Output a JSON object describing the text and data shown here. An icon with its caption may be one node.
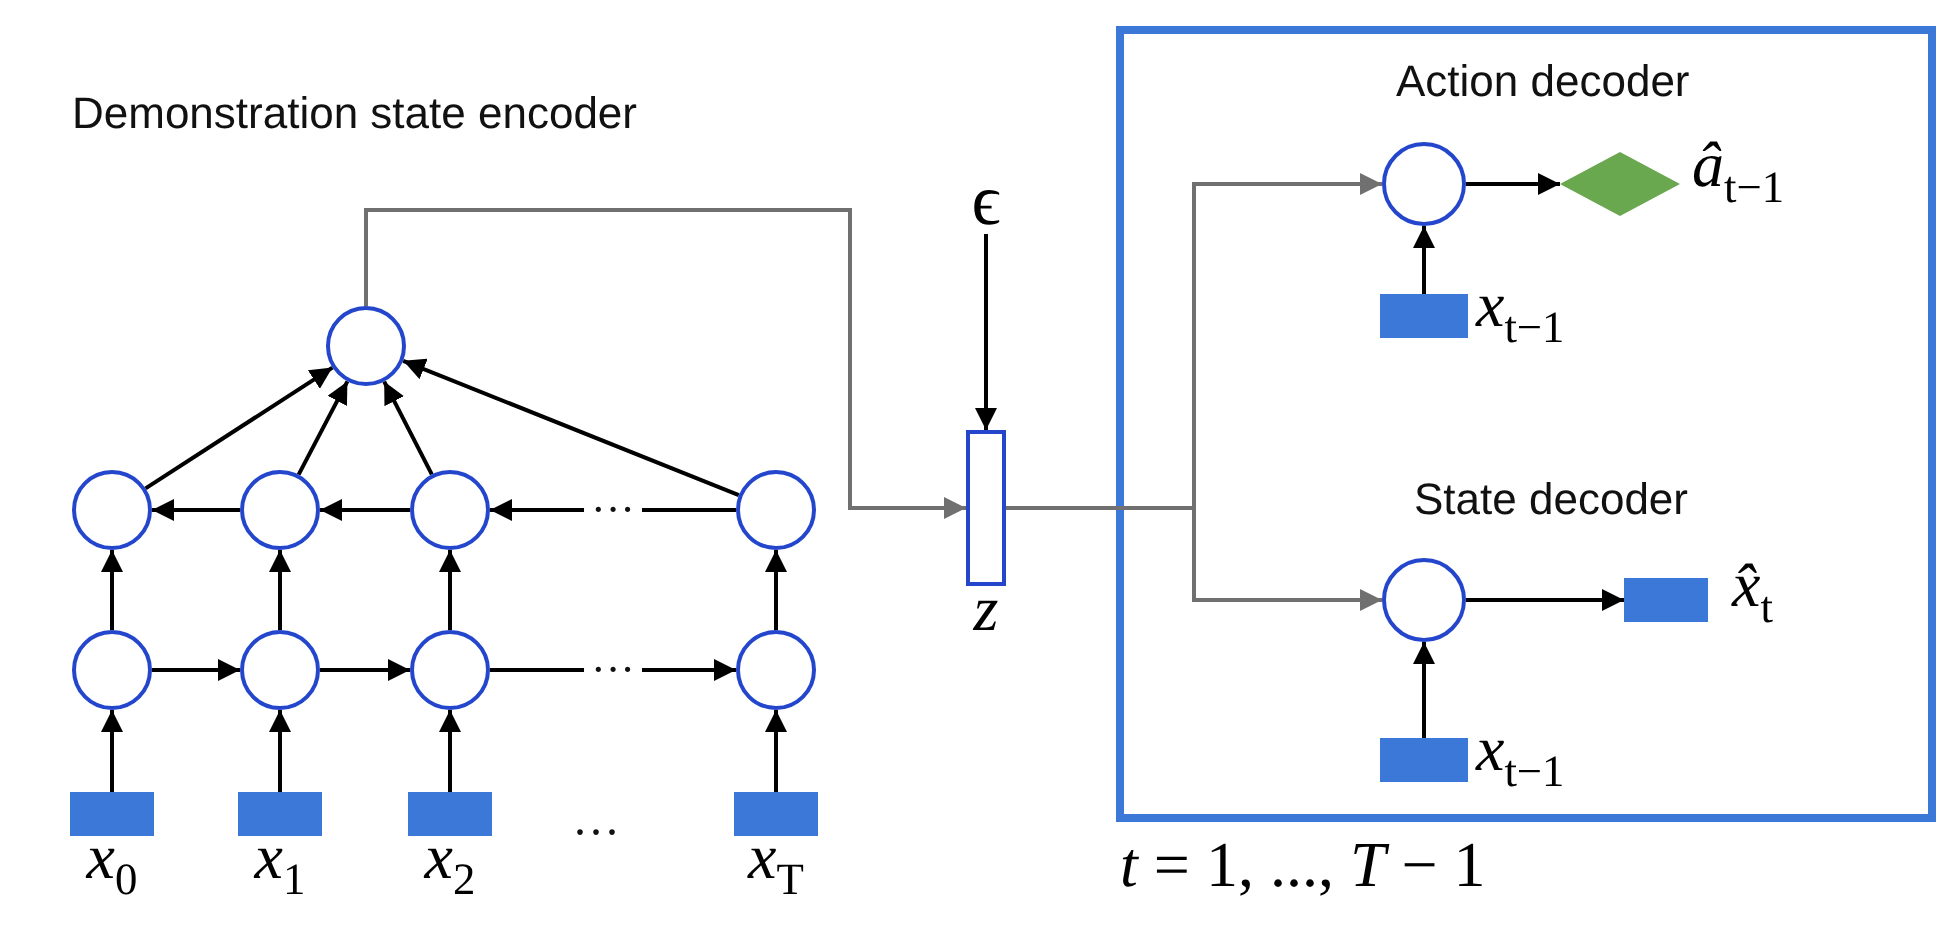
{
  "diagram": {
    "nodes": [
      {
        "text": [],
        "shape": "circle"
      },
      {
        "text": [],
        "shape": "circle"
      },
      {
        "text": [],
        "shape": "circle"
      },
      {
        "text": [],
        "shape": "circle"
      },
      {
        "text": [],
        "shape": "circle"
      },
      {
        "text": [],
        "shape": "circle"
      },
      {
        "text": [],
        "shape": "circle"
      },
      {
        "text": [],
        "shape": "circle"
      },
      {
        "text": [],
        "shape": "circle"
      },
      {
        "text": [],
        "shape": "box",
        "beside": [
          "*x*$_{0}$"
        ]
      },
      {
        "text": [],
        "shape": "box",
        "beside": [
          "*x*$_{1}$"
        ]
      },
      {
        "text": [],
        "shape": "box",
        "beside": [
          "*x*$_{2}$"
        ]
      },
      {
        "text": [],
        "shape": "box",
        "beside": [
          "*x*$_{T}$"
        ]
      },
      {
        "text": [
          "ϵ"
        ]
      },
      {
        "text": [],
        "shape": "box",
        "beside": [
          "z"
        ]
      },
      {
        "text": [],
        "shape": "box",
        "beside": [
          "*t* = 1, ..., *T* − 1"
        ]
      },
      {
        "text": [],
        "shape": "circle",
        "in": 15
      },
      {
        "text": [],
        "shape": "diamond",
        "in": 15,
        "beside": [
          "*â*$_{t−1}$"
        ]
      },
      {
        "text": [],
        "shape": "box",
        "in": 15,
        "beside": [
          "*x*$_{t−1}$"
        ]
      },
      {
        "text": [],
        "shape": "circle",
        "in": 15
      },
      {
        "text": [],
        "shape": "box",
        "in": 15,
        "beside": [
          "*x̂*$_{t}$"
        ]
      },
      {
        "text": [],
        "shape": "box",
        "in": 15,
        "beside": [
          "*x*$_{t−1}$"
        ]
      }
    ],
    "edges": [
      {
        "from": 9,
        "to": 5,
        "arrow": "to"
      },
      {
        "from": 10,
        "to": 6,
        "arrow": "to"
      },
      {
        "from": 11,
        "to": 7,
        "arrow": "to"
      },
      {
        "from": 12,
        "to": 8,
        "arrow": "to"
      },
      {
        "from": 5,
        "to": 6,
        "arrow": "to"
      },
      {
        "from": 6,
        "to": 7,
        "arrow": "to"
      },
      {
        "from": 7,
        "to": 8,
        "arrow": "to",
        "label": "···"
      },
      {
        "from": 5,
        "to": 1,
        "arrow": "to"
      },
      {
        "from": 6,
        "to": 2,
        "arrow": "to"
      },
      {
        "from": 7,
        "to": 3,
        "arrow": "to"
      },
      {
        "from": 8,
        "to": 4,
        "arrow": "to"
      },
      {
        "from": 2,
        "to": 1,
        "arrow": "to"
      },
      {
        "from": 3,
        "to": 2,
        "arrow": "to"
      },
      {
        "from": 4,
        "to": 3,
        "arrow": "to",
        "label": "···"
      },
      {
        "from": 1,
        "to": 0,
        "arrow": "to"
      },
      {
        "from": 2,
        "to": 0,
        "arrow": "to"
      },
      {
        "from": 3,
        "to": 0,
        "arrow": "to"
      },
      {
        "from": 4,
        "to": 0,
        "arrow": "to"
      },
      {
        "from": 0,
        "to": 14,
        "arrow": "to",
        "color": "#707070"
      },
      {
        "from": 13,
        "to": 14,
        "arrow": "to"
      },
      {
        "from": 14,
        "to": 16,
        "arrow": "to",
        "color": "#707070"
      },
      {
        "from": 14,
        "to": 19,
        "arrow": "to",
        "color": "#707070"
      },
      {
        "from": 18,
        "to": 16,
        "arrow": "to"
      },
      {
        "from": 16,
        "to": 17,
        "arrow": "to"
      },
      {
        "from": 21,
        "to": 19,
        "arrow": "to"
      },
      {
        "from": 19,
        "to": 20,
        "arrow": "to"
      }
    ],
    "labels": [
      "Demonstration state encoder",
      "Action decoder",
      "State decoder",
      "···"
    ]
  }
}
